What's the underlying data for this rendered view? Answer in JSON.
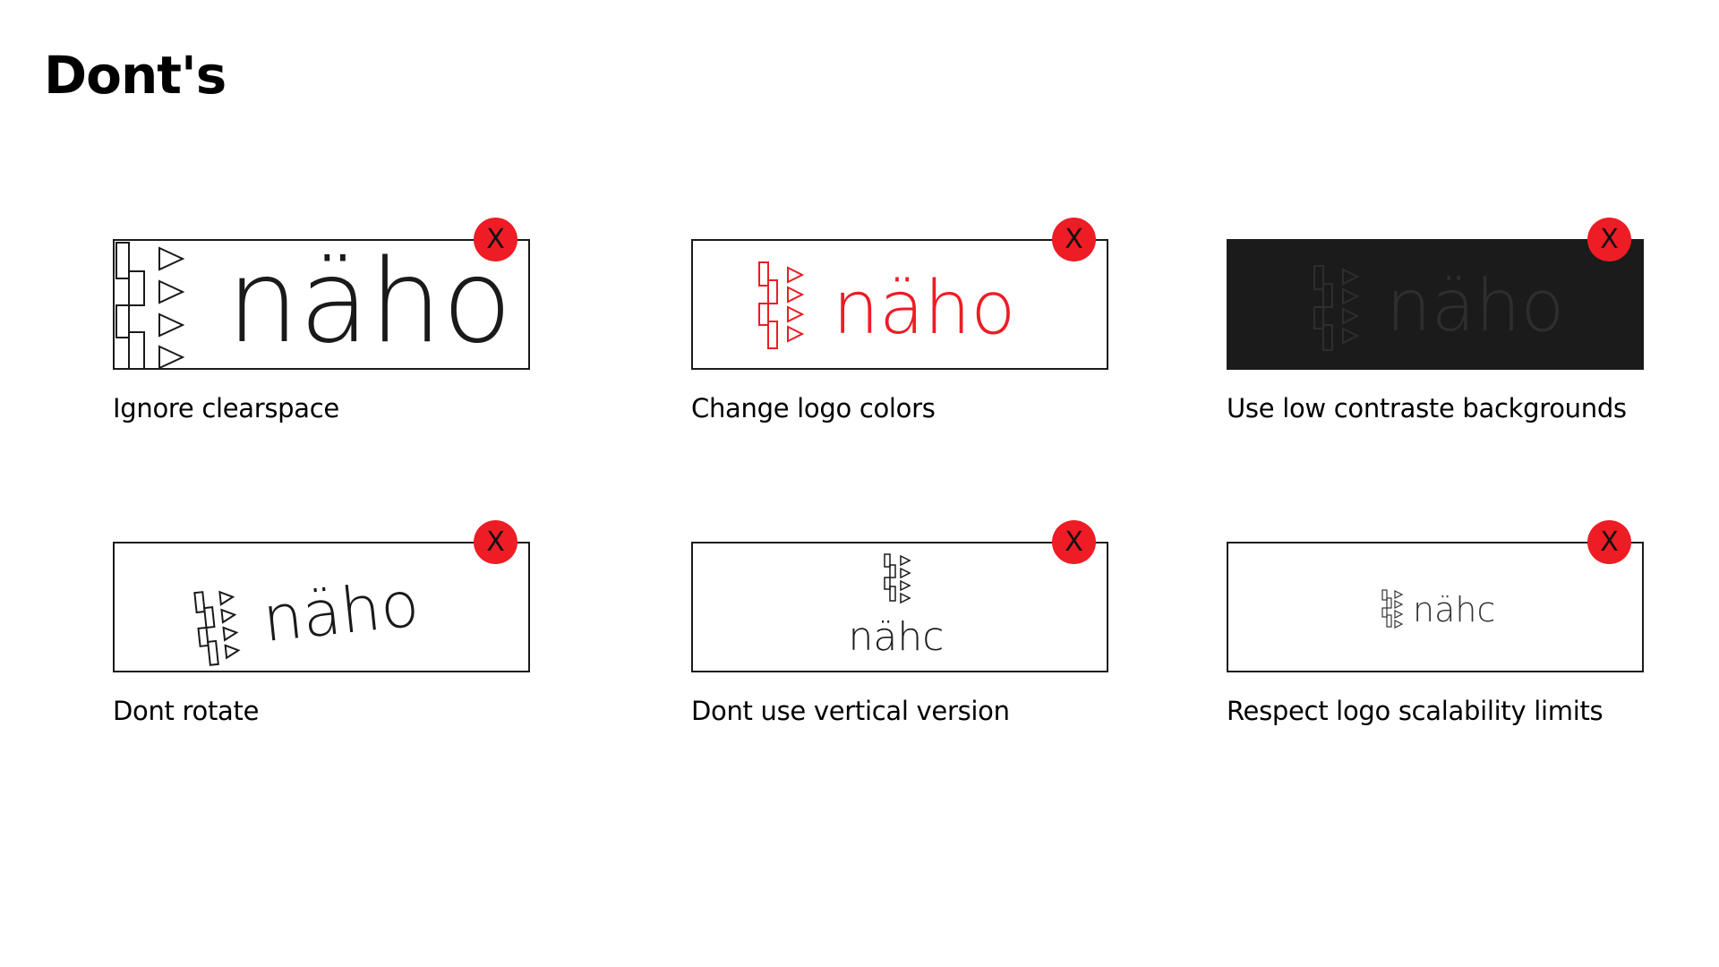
{
  "page": {
    "title": "Dont's"
  },
  "logo_text": "näho",
  "badge_label": "X",
  "accent_color": "#ee1c25",
  "dark_background": "#1b1b1b",
  "cards": [
    {
      "caption": "Ignore clearspace",
      "logo_text": "näho"
    },
    {
      "caption": "Change logo colors",
      "logo_text": "näho"
    },
    {
      "caption": "Use low contraste backgrounds",
      "logo_text": "näho"
    },
    {
      "caption": "Dont rotate",
      "logo_text": "näho"
    },
    {
      "caption": "Dont use vertical version",
      "logo_text": "nähc"
    },
    {
      "caption": "Respect logo scalability limits",
      "logo_text": "nähc"
    }
  ]
}
